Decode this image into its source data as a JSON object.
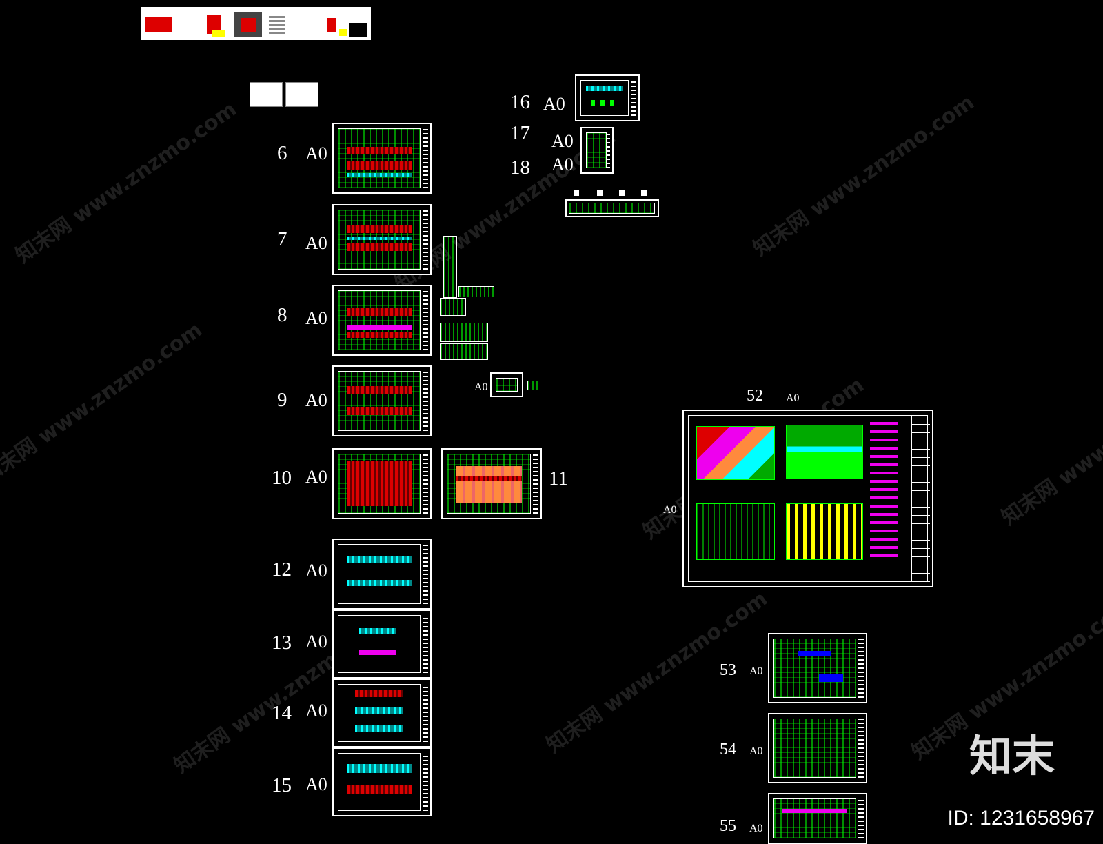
{
  "drawing_sheets": [
    {
      "id": "s6",
      "number": "6",
      "size": "A0"
    },
    {
      "id": "s7",
      "number": "7",
      "size": "A0"
    },
    {
      "id": "s8",
      "number": "8",
      "size": "A0"
    },
    {
      "id": "s9",
      "number": "9",
      "size": "A0"
    },
    {
      "id": "s10",
      "number": "10",
      "size": "A0"
    },
    {
      "id": "s11",
      "number": "11",
      "size": ""
    },
    {
      "id": "s12",
      "number": "12",
      "size": "A0"
    },
    {
      "id": "s13",
      "number": "13",
      "size": "A0"
    },
    {
      "id": "s14",
      "number": "14",
      "size": "A0"
    },
    {
      "id": "s15",
      "number": "15",
      "size": "A0"
    },
    {
      "id": "s16",
      "number": "16",
      "size": "A0"
    },
    {
      "id": "s17",
      "number": "17",
      "size": "A0"
    },
    {
      "id": "s18",
      "number": "18",
      "size": "A0"
    },
    {
      "id": "s52",
      "number": "52",
      "size": "A0"
    },
    {
      "id": "s53",
      "number": "53",
      "size": "A0"
    },
    {
      "id": "s54",
      "number": "54",
      "size": "A0"
    },
    {
      "id": "s55",
      "number": "55",
      "size": "A0"
    }
  ],
  "labels": {
    "a0_small_mid": "A0",
    "a0_left_52": "A0"
  },
  "watermark": {
    "text": "知末网 www.znzmo.com"
  },
  "brand": {
    "logo_text": "知末",
    "id_text": "ID: 1231658967"
  },
  "colors": {
    "background": "#000000",
    "line_green": "#00ff00",
    "line_white": "#ffffff",
    "accent_red": "#dd0000",
    "accent_cyan": "#00ffff",
    "accent_magenta": "#ee00ee",
    "accent_orange": "#ff8a3d"
  }
}
